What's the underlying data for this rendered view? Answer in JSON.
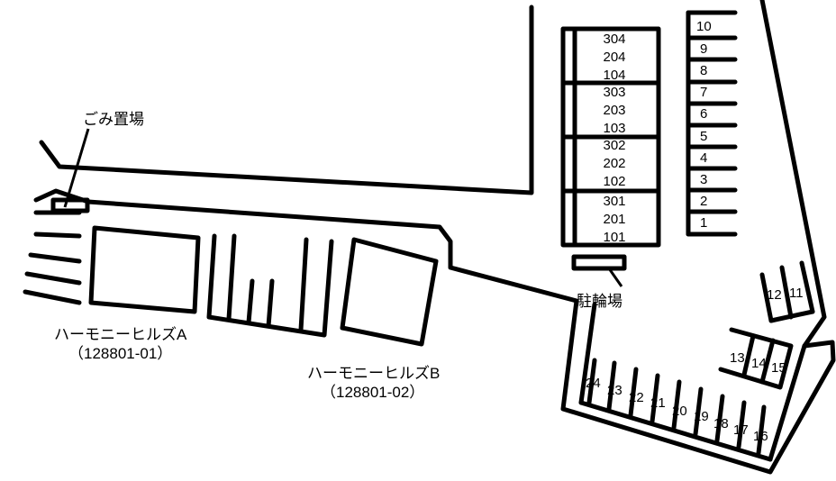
{
  "labels": {
    "garbage": "ごみ置場",
    "bicycle": "駐輪場",
    "building_a_name": "ハーモニーヒルズA",
    "building_a_code": "（128801-01）",
    "building_b_name": "ハーモニーヒルズB",
    "building_b_code": "（128801-02）"
  },
  "rooms": {
    "c0": [
      "304",
      "204",
      "104"
    ],
    "c1": [
      "303",
      "203",
      "103"
    ],
    "c2": [
      "302",
      "202",
      "102"
    ],
    "c3": [
      "301",
      "201",
      "101"
    ]
  },
  "parking": {
    "right_column": [
      "10",
      "9",
      "8",
      "7",
      "6",
      "5",
      "4",
      "3",
      "2",
      "1"
    ],
    "right_pair": [
      "12",
      "11"
    ],
    "middle_trio": [
      "13",
      "14",
      "15"
    ],
    "bottom_row": [
      "24",
      "23",
      "22",
      "21",
      "20",
      "19",
      "18",
      "17",
      "16"
    ]
  }
}
